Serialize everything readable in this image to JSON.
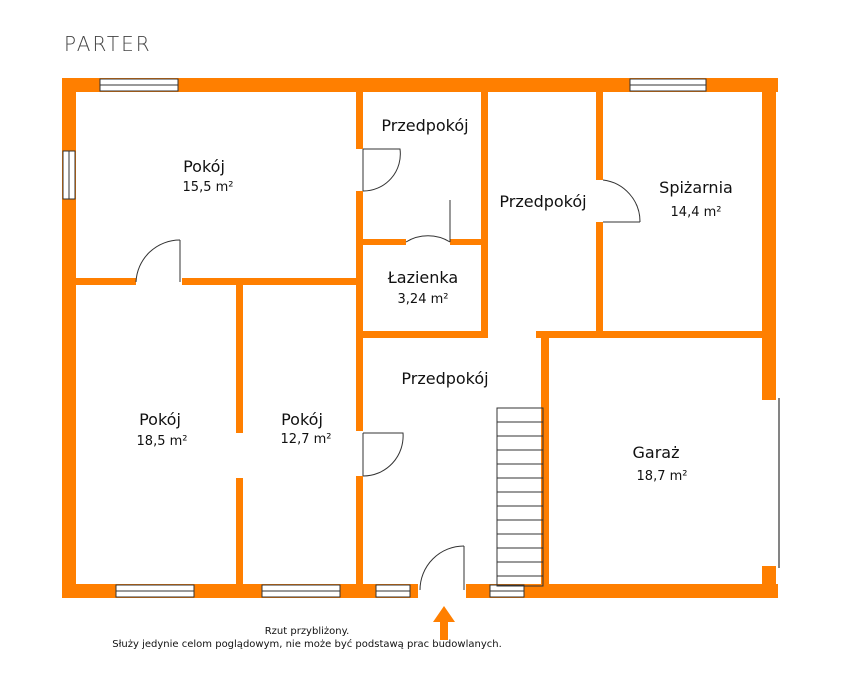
{
  "floor_title": "PARTER",
  "rooms": [
    {
      "key": "pokoj_top",
      "name": "Pokój",
      "area": "15,5 m²"
    },
    {
      "key": "przedpokoj_top",
      "name": "Przedpokój",
      "area": ""
    },
    {
      "key": "przedpokoj_mid",
      "name": "Przedpokój",
      "area": ""
    },
    {
      "key": "spizarnia",
      "name": "Spiżarnia",
      "area": "14,4 m²"
    },
    {
      "key": "lazienka",
      "name": "Łazienka",
      "area": "3,24 m²"
    },
    {
      "key": "przedpokoj_main",
      "name": "Przedpokój",
      "area": ""
    },
    {
      "key": "pokoj_left",
      "name": "Pokój",
      "area": "18,5 m²"
    },
    {
      "key": "pokoj_mid",
      "name": "Pokój",
      "area": "12,7 m²"
    },
    {
      "key": "garaz",
      "name": "Garaż",
      "area": "18,7 m²"
    }
  ],
  "footnote": {
    "line1": "Rzut przybliżony.",
    "line2": "Służy jedynie celom poglądowym, nie może być podstawą prac budowlanych."
  },
  "colors": {
    "wall": "#ff7f00",
    "line": "#333333",
    "window_fill": "#ffffff"
  }
}
